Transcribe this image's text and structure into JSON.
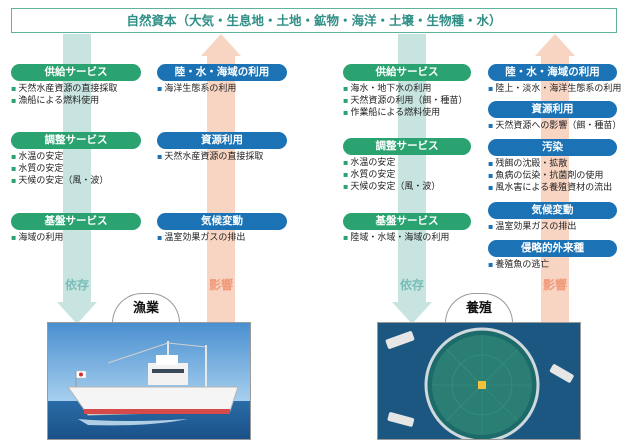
{
  "header": {
    "title": "自然資本（大気・生息地・土地・鉱物・海洋・土壌・生物種・水）"
  },
  "fishery": {
    "dep_label": "依存",
    "imp_label": "影響",
    "photo_label": "漁業",
    "dep_groups": [
      {
        "title": "供給サービス",
        "items": [
          "天然水産資源の直接採取",
          "漁船による燃料使用"
        ]
      },
      {
        "title": "調整サービス",
        "items": [
          "水温の安定",
          "水質の安定",
          "天候の安定（風・波）"
        ]
      },
      {
        "title": "基盤サービス",
        "items": [
          "海域の利用"
        ]
      }
    ],
    "imp_groups": [
      {
        "title": "陸・水・海域の利用",
        "items": [
          "海洋生態系の利用"
        ]
      },
      {
        "title": "資源利用",
        "items": [
          "天然水産資源の直接採取"
        ]
      },
      {
        "title": "気候変動",
        "items": [
          "温室効果ガスの排出"
        ]
      }
    ]
  },
  "aquaculture": {
    "dep_label": "依存",
    "imp_label": "影響",
    "photo_label": "養殖",
    "dep_groups": [
      {
        "title": "供給サービス",
        "items": [
          "海水・地下水の利用",
          "天然資源の利用（餌・種苗）",
          "作業船による燃料使用"
        ]
      },
      {
        "title": "調整サービス",
        "items": [
          "水温の安定",
          "水質の安定",
          "天候の安定（風・波）"
        ]
      },
      {
        "title": "基盤サービス",
        "items": [
          "陸域・水域・海域の利用"
        ]
      }
    ],
    "imp_groups": [
      {
        "title": "陸・水・海域の利用",
        "items": [
          "陸上・淡水・海洋生態系の利用"
        ]
      },
      {
        "title": "資源利用",
        "items": [
          "天然資源への影響（餌・種苗）"
        ]
      },
      {
        "title": "汚染",
        "items": [
          "残餌の沈殿・拡散",
          "魚病の伝染・抗菌剤の使用",
          "風水害による養殖資材の流出"
        ]
      },
      {
        "title": "気候変動",
        "items": [
          "温室効果ガスの排出"
        ]
      },
      {
        "title": "侵略的外来種",
        "items": [
          "養殖魚の逃亡"
        ]
      }
    ]
  },
  "colors": {
    "green": "#2aa371",
    "blue": "#1b72b5",
    "title": "#2f8f86",
    "dep_arrow": "#c8e4e0",
    "imp_arrow": "#f8d4c2"
  }
}
